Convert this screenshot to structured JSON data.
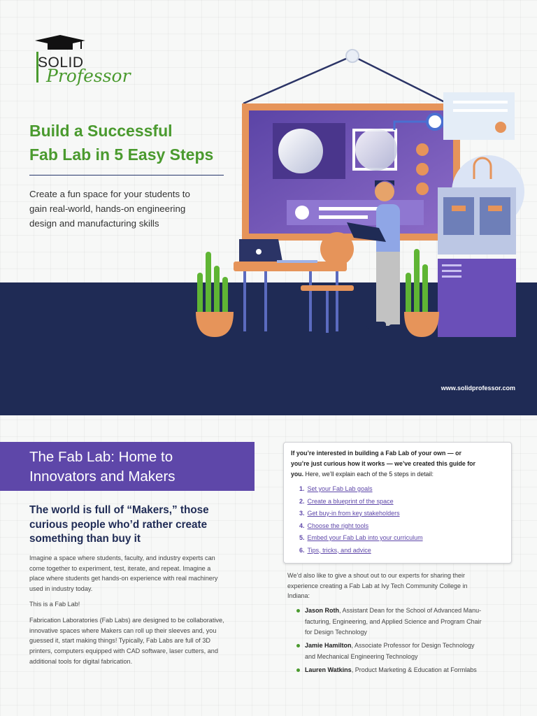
{
  "brand": {
    "logo_solid": "SOLID",
    "logo_professor": "Professor",
    "green": "#4a9a2e",
    "navy": "#1f2b55",
    "purple": "#5e47a9"
  },
  "hero": {
    "title_lines": [
      "Build a Successful",
      "Fab Lab in 5 Easy Steps"
    ],
    "subtitle_lines": [
      "Create a fun space for your students to",
      "gain real-world, hands-on engineering",
      "design and manufacturing skills"
    ],
    "url": "www.solidprofessor.com"
  },
  "section": {
    "heading_lines": [
      "The Fab Lab: Home to",
      "Innovators and Makers"
    ],
    "lead_lines": [
      "The world is full of “Makers,” those",
      "curious people who’d rather create",
      "something than buy it"
    ],
    "para1_lines": [
      "Imagine a space where students, faculty, and industry experts can",
      "come together to experiment, test, iterate, and repeat. Imagine a",
      "place where students get hands-on experience with real machinery",
      "used in industry today."
    ],
    "para2": "This is a Fab Lab!",
    "para3_lines": [
      "Fabrication Laboratories (Fab Labs) are designed to be collaborative,",
      "innovative spaces where Makers can roll up their sleeves and, you",
      "guessed it, start making things! Typically, Fab Labs are full of 3D",
      "printers, computers equipped with CAD software, laser cutters, and",
      "additional tools for digital fabrication."
    ]
  },
  "steps_box": {
    "intro_bold_1": "If you’re interested in building a Fab Lab of your own — or",
    "intro_bold_2": "you’re just curious how it works — we’ve created this guide for",
    "intro_bold_3": "you.",
    "intro_rest": " Here, we’ll explain each of the 5 steps in detail:",
    "steps": [
      {
        "num": "1.",
        "label": "Set your Fab Lab goals"
      },
      {
        "num": "2.",
        "label": "Create a blueprint of the space"
      },
      {
        "num": "3.",
        "label": "Get buy-in from key stakeholders"
      },
      {
        "num": "4.",
        "label": "Choose the right tools"
      },
      {
        "num": "5.",
        "label": "Embed your Fab Lab into your curriculum"
      },
      {
        "num": "6.",
        "label": "Tips, tricks, and advice"
      }
    ]
  },
  "shoutout": {
    "lines": [
      "We’d also like to give a shout out to our experts for sharing their",
      "experience creating a Fab Lab at Ivy Tech Community College in",
      "Indiana:"
    ],
    "experts": [
      {
        "name": "Jason Roth",
        "desc_lines": [
          ", Assistant Dean for the School of Advanced Manu-",
          "facturing, Engineering, and Applied Science and Program Chair",
          "for Design Technology"
        ]
      },
      {
        "name": "Jamie Hamilton",
        "desc_lines": [
          ", Associate Professor for Design Technology",
          "and Mechanical Engineering Technology"
        ]
      },
      {
        "name": "Lauren Watkins",
        "desc_lines": [
          ", Product Marketing & Education at Formlabs"
        ]
      }
    ]
  }
}
